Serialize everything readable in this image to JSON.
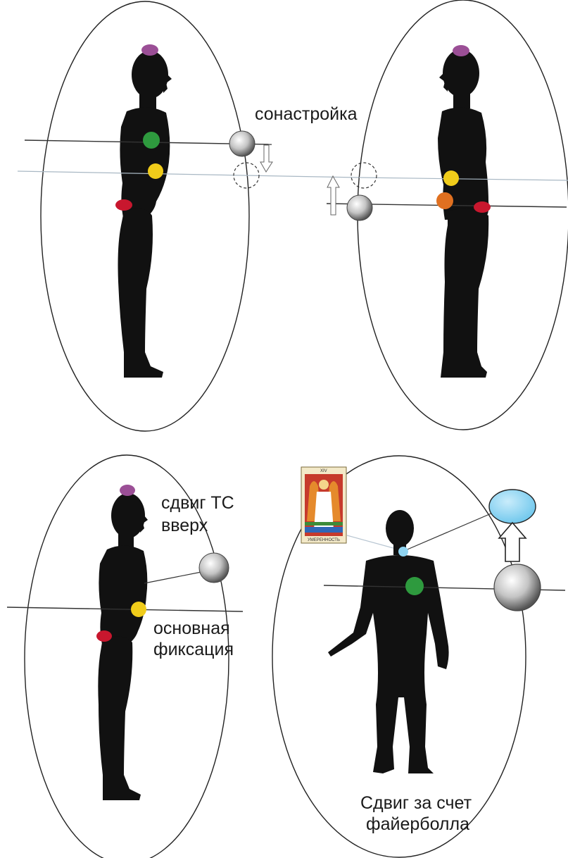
{
  "labels": {
    "attunement": "сонастройка",
    "shift_up_line1": "сдвиг ТС",
    "shift_up_line2": "вверх",
    "main_fixation_line1": "основная",
    "main_fixation_line2": "фиксация",
    "fireball_shift_line1": "Сдвиг за счет",
    "fireball_shift_line2": "файерболла"
  },
  "tarot_card": {
    "numeral": "XIV",
    "caption": "УМЕРЕННОСТЬ"
  },
  "colors": {
    "silhouette": "#111111",
    "crown": "#9b4f96",
    "heart": "#2e9a3e",
    "solar_plexus": "#f0cc1a",
    "sacral": "#e07020",
    "root": "#c8172e",
    "throat": "#8fd3f0",
    "assemblage_point": "#b8b8b8"
  }
}
